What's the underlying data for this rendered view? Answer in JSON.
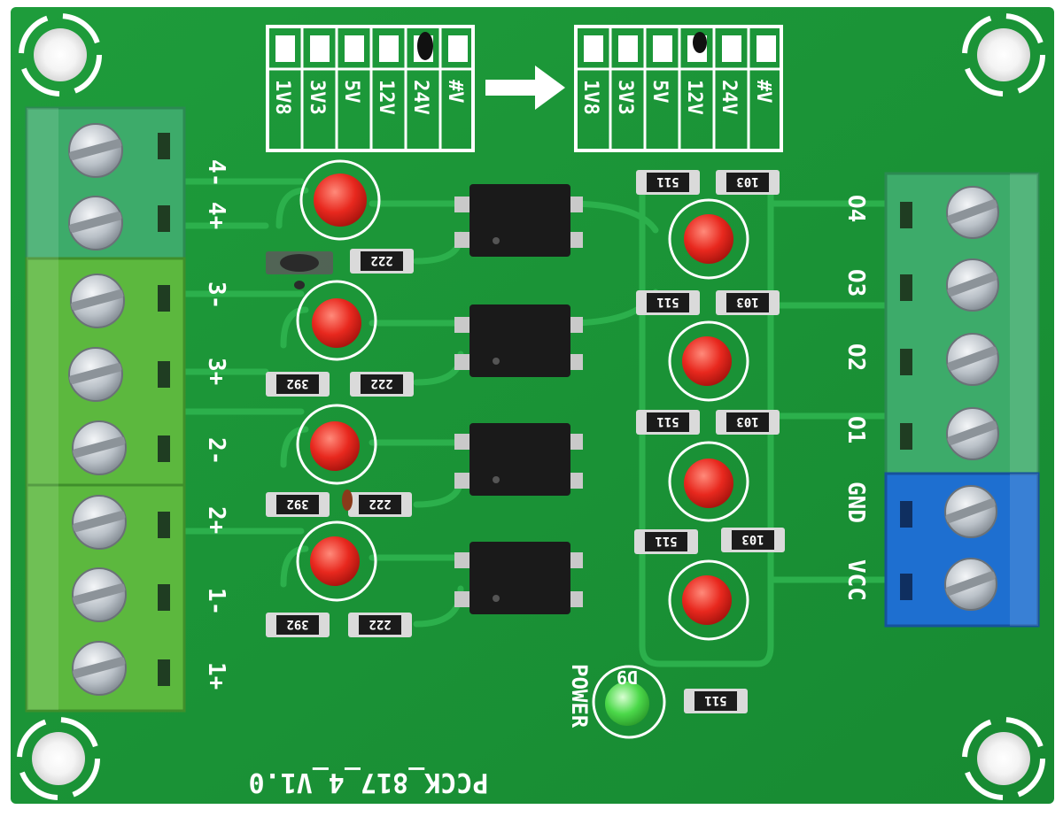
{
  "board": {
    "silkscreen_color": "#ffffff",
    "pcb_color": "#1f9a3a",
    "input_labels": [
      "4-",
      "4+",
      "3-",
      "3+",
      "2-",
      "2+",
      "1-",
      "1+"
    ],
    "output_labels": [
      "O4",
      "O3",
      "O2",
      "O1",
      "GND",
      "VCC"
    ],
    "voltage_table_headers": [
      "#V",
      "24V",
      "12V",
      "5V",
      "3V3",
      "1V8"
    ],
    "resistor_input_code": "222",
    "resistor_series_code": "392",
    "resistor_output_a": "511",
    "resistor_output_b": "103",
    "power_label": "POWER",
    "power_led_ref": "D9",
    "model_text": "PCCK_817_4_V1.0",
    "led_red": "#e8281e",
    "led_green": "#4cd94a",
    "terminal_input_top": "#3dab6a",
    "terminal_input_bottom": "#5cb83e",
    "terminal_output": "#3dab6a",
    "terminal_power": "#1e6fd0"
  }
}
